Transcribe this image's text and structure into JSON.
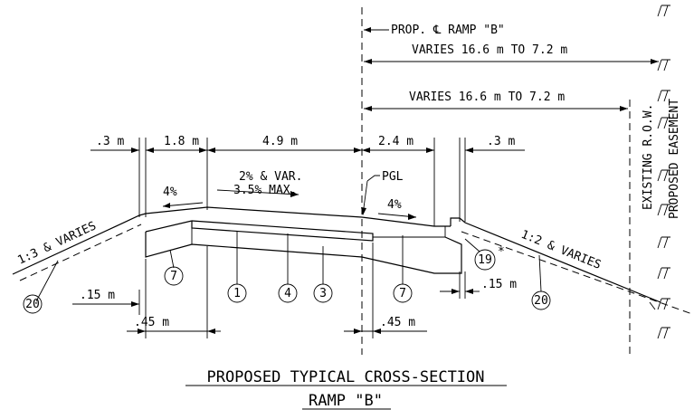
{
  "centerline_label": "PROP. ℄ RAMP \"B\"",
  "dims": {
    "varies_top": "VARIES 16.6 m TO 7.2 m",
    "varies_mid": "VARIES 16.6 m TO 7.2 m",
    "d_03_left": ".3 m",
    "d_18": "1.8 m",
    "d_49": "4.9 m",
    "d_24": "2.4 m",
    "d_03_right": ".3 m",
    "d_015_left": ".15 m",
    "d_045_left": ".45 m",
    "d_045_right": ".45 m",
    "d_015_right": ".15 m"
  },
  "slopes": {
    "left_side": "1:3 & VARIES",
    "right_side": "1:2 & VARIES",
    "shoulder_left": "4%",
    "shoulder_right": "4%",
    "lane_line1": "2% & VAR.",
    "lane_line2": "3.5% MAX."
  },
  "pgl": "PGL",
  "row_label": "EXISTING R.O.W.",
  "easement_label": "PROPOSED EASEMENT",
  "callouts": [
    "20",
    "7",
    "1",
    "4",
    "3",
    "7",
    "19",
    "20"
  ],
  "callout_star": "*",
  "title_line1": "PROPOSED TYPICAL CROSS-SECTION",
  "title_line2": "RAMP \"B\""
}
